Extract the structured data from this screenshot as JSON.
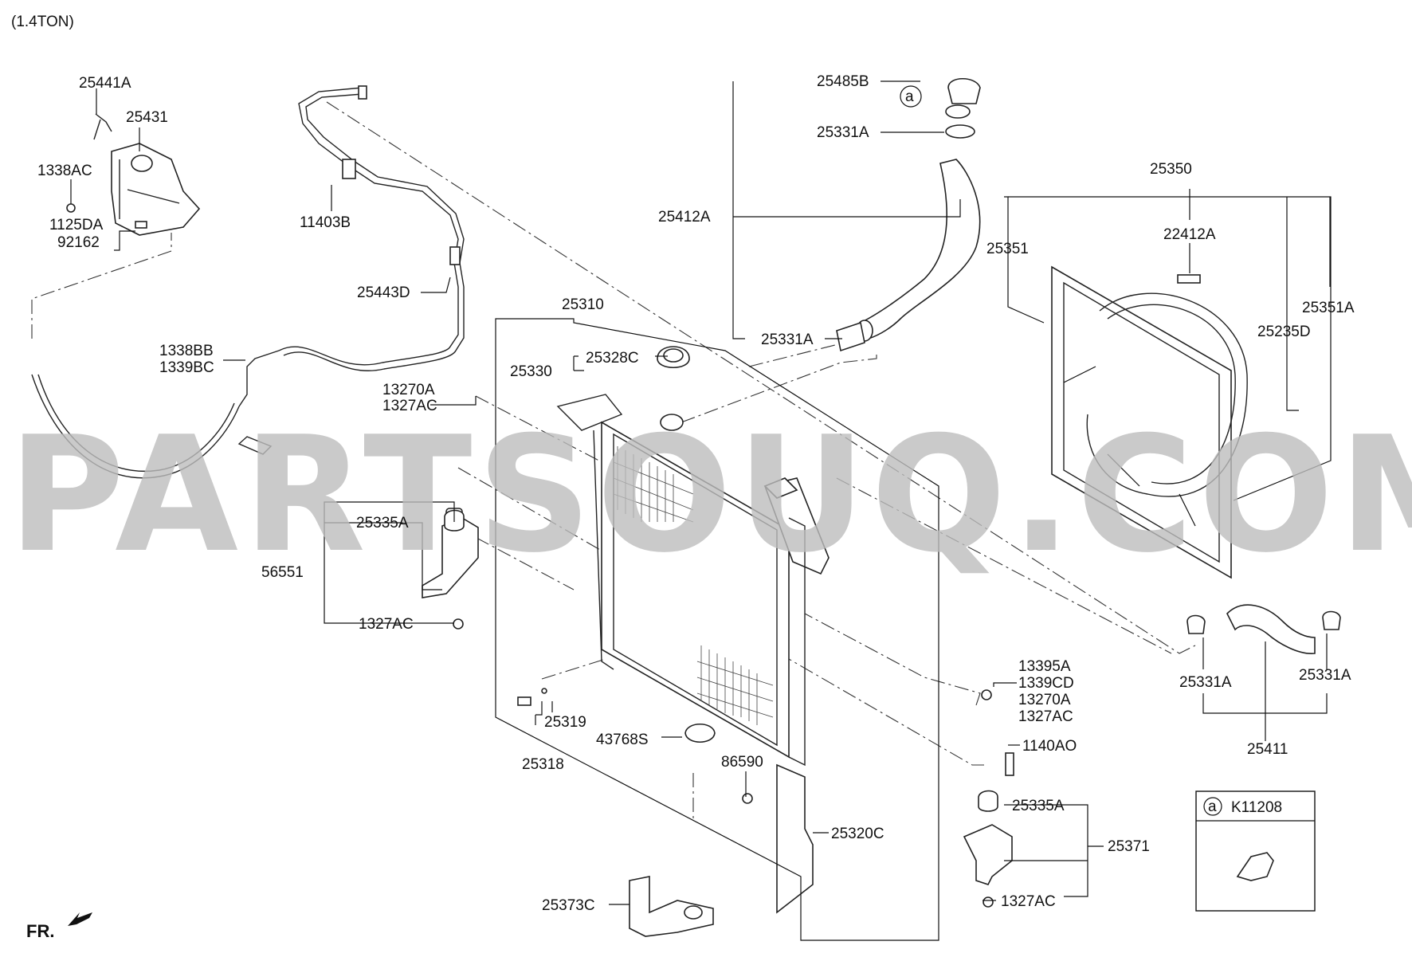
{
  "header": {
    "title": "(1.4TON)"
  },
  "watermark": {
    "text": "PARTSOUQ.COM",
    "color": "#bdbdbd"
  },
  "orientation": {
    "label": "FR."
  },
  "callout": {
    "marker": "a",
    "code": "K11208"
  },
  "labels": {
    "p25441A": "25441A",
    "p25431": "25431",
    "p1338AC": "1338AC",
    "p1125DA": "1125DA",
    "p92162": "92162",
    "p11403B": "11403B",
    "p25443D": "25443D",
    "p1338BB": "1338BB",
    "p1339BC": "1339BC",
    "p13270A_a": "13270A",
    "p1327AC_a": "1327AC",
    "p25335A_l": "25335A",
    "p56551": "56551",
    "p1327AC_l": "1327AC",
    "p25310": "25310",
    "p25330": "25330",
    "p25328C": "25328C",
    "p25485B": "25485B",
    "p25331A_t": "25331A",
    "p25412A": "25412A",
    "p25331A_m": "25331A",
    "p25350": "25350",
    "p25351": "25351",
    "p22412A": "22412A",
    "p25351A": "25351A",
    "p25235D": "25235D",
    "p25319": "25319",
    "p25318": "25318",
    "p43768S": "43768S",
    "p86590": "86590",
    "p25320C": "25320C",
    "p25373C": "25373C",
    "p13395A": "13395A",
    "p1339CD": "1339CD",
    "p13270A_b": "13270A",
    "p1327AC_b": "1327AC",
    "p1140AO": "1140AO",
    "p25335A_r": "25335A",
    "p25371": "25371",
    "p1327AC_r": "1327AC",
    "p25331A_rl": "25331A",
    "p25331A_rr": "25331A",
    "p25411": "25411"
  }
}
